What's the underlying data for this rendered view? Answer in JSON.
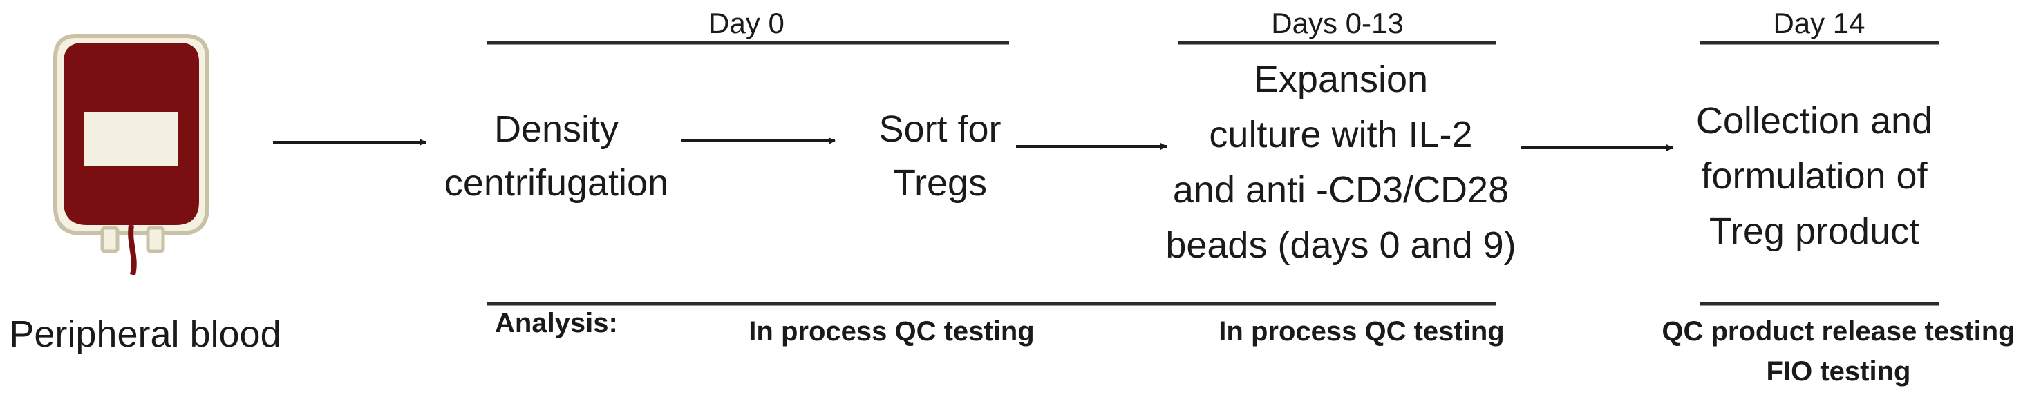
{
  "source": {
    "label": "Peripheral blood",
    "icon": "blood-bag-icon"
  },
  "timeline_headers": {
    "day0": "Day 0",
    "days0_13": "Days 0-13",
    "day14": "Day 14"
  },
  "steps": {
    "density": "Density\ncentrifugation",
    "sort": "Sort for\nTregs",
    "expansion": "Expansion\nculture with IL-2\nand anti -CD3/CD28\nbeads (days 0 and 9)",
    "collection": "Collection and\nformulation of\nTreg product"
  },
  "analysis": {
    "label": "Analysis:",
    "qc1": "In process QC testing",
    "qc2": "In process QC testing",
    "release": "QC product release testing",
    "fio": "FIO testing"
  },
  "colors": {
    "blood": "#7a0f12",
    "bag_outline": "#c9c2a6",
    "bag_fill": "#f4f0e2",
    "line": "#2b2b2b"
  }
}
